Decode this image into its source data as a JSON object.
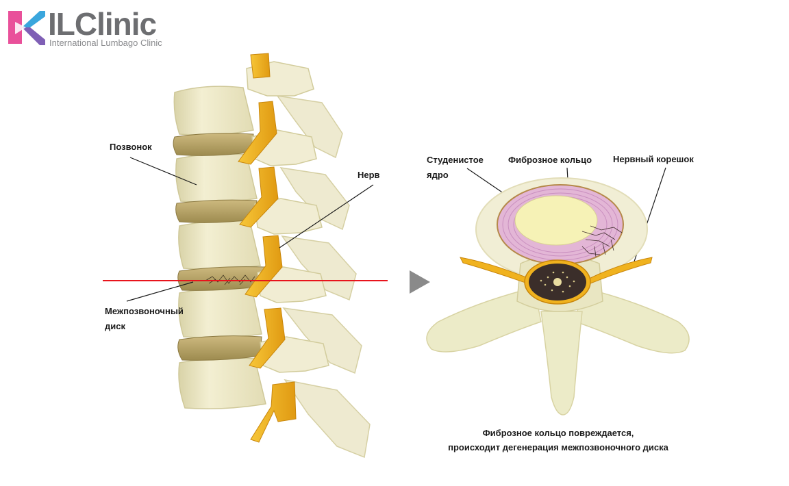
{
  "logo": {
    "name": "ILClinic",
    "subtitle": "International Lumbago Clinic"
  },
  "labels": {
    "vertebra": "Позвонок",
    "nerve": "Нерв",
    "disc_line1": "Межпозвоночный",
    "disc_line2": "диск",
    "nucleus_line1": "Студенистое",
    "nucleus_line2": "ядро",
    "annulus": "Фиброзное кольцо",
    "nerve_root": "Нервный корешок"
  },
  "caption": {
    "line1": "Фиброзное кольцо повреждается,",
    "line2": "происходит дегенерация межпозвоночного диска"
  },
  "colors": {
    "bone": "#ece7c4",
    "bone_shadow": "#d9d3a8",
    "disc": "#b8a46a",
    "nerve": "#f0b21e",
    "annulus": "#e3b6d6",
    "nucleus": "#f6f2b6",
    "canal": "#3b2e2a",
    "cut_line": "#e8141c",
    "arrow": "#8a8a8a",
    "logo_pink": "#e9509a",
    "logo_blue": "#3aa6dd"
  }
}
